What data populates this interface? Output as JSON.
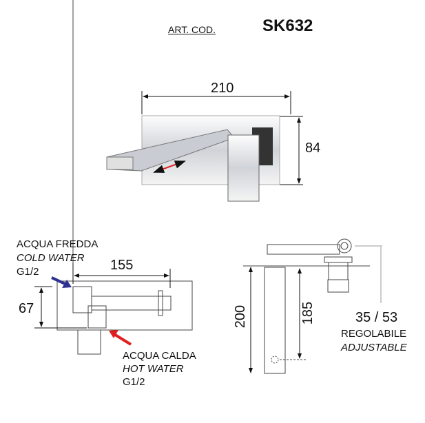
{
  "header": {
    "art_label": "ART. COD.",
    "code": "SK632"
  },
  "top_view": {
    "width_dim": "210",
    "height_dim": "84"
  },
  "plan_view": {
    "length_dim": "155",
    "depth_dim": "67",
    "cold": {
      "it": "ACQUA FREDDA",
      "en": "COLD WATER",
      "thread": "G1/2",
      "arrow_color": "#2e3192"
    },
    "hot": {
      "it": "ACQUA CALDA",
      "en": "HOT WATER",
      "thread": "G1/2",
      "arrow_color": "#e02020"
    }
  },
  "side_view": {
    "total_dim": "200",
    "center_dim": "185",
    "adjust_dim": "35 / 53",
    "adjust_it": "REGOLABILE",
    "adjust_en": "ADJUSTABLE"
  }
}
